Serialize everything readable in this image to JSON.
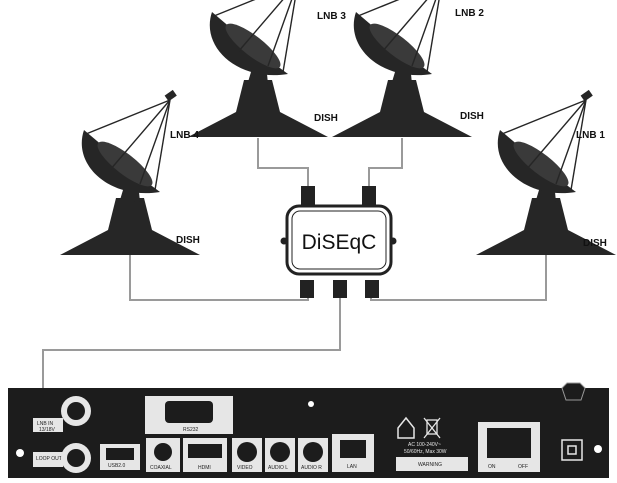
{
  "dishes": [
    {
      "id": "lnb3",
      "lnb_label": "LNB 3",
      "dish_label": "DISH"
    },
    {
      "id": "lnb2",
      "lnb_label": "LNB 2",
      "dish_label": "DISH"
    },
    {
      "id": "lnb4",
      "lnb_label": "LNB 4",
      "dish_label": "DISH"
    },
    {
      "id": "lnb1",
      "lnb_label": "LNB 1",
      "dish_label": "DISH"
    }
  ],
  "switch": {
    "label": "DiSEqC"
  },
  "receiver": {
    "ports": {
      "lnb_in": "LNB IN",
      "lnb_in_sub": "13/18V",
      "loop_out": "LOOP OUT",
      "rs232": "RS232",
      "usb": "USB2.0",
      "coaxial": "COAXIAL",
      "hdmi": "HDMI",
      "video": "VIDEO",
      "audio_l": "AUDIO L",
      "audio_r": "AUDIO R",
      "lan": "LAN",
      "power_rating": "AC 100-240V~",
      "power_rating2": "50/60Hz, Max 30W",
      "warning": "WARNING",
      "on": "ON",
      "off": "OFF"
    }
  },
  "colors": {
    "cable": "#9a9a9a",
    "dish": "#262626",
    "panel": "#1c1c1c",
    "port": "#e6e6e6"
  }
}
